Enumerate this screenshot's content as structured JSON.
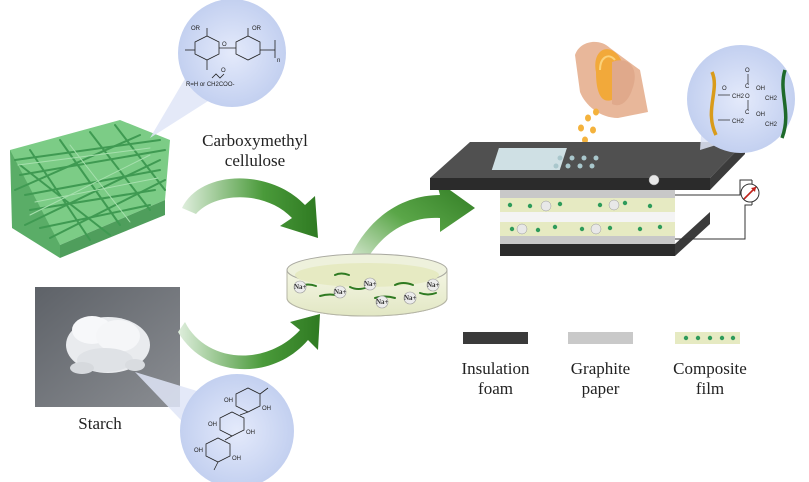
{
  "labels": {
    "cmc_line1": "Carboxymethyl",
    "cmc_line2": "cellulose",
    "starch": "Starch",
    "sodium_ion": "Na+"
  },
  "legend": [
    {
      "line1": "Insulation",
      "line2": "foam",
      "swatch": "#3a3a3a"
    },
    {
      "line1": "Graphite",
      "line2": "paper",
      "swatch": "#c9c9c9"
    },
    {
      "line1": "Composite",
      "line2": "film",
      "swatch": "#e6eac2"
    }
  ],
  "chem_text": {
    "r_def": "R=H or CH2COO-",
    "oh": "OH",
    "ch2": "CH2",
    "o": "O",
    "c": "C",
    "n": "n"
  },
  "colors": {
    "arrow_green": "#3e8d2e",
    "fiber_green": "#6cc27a",
    "bubble_blue": "#cfd9f4",
    "foam_dark": "#3a3a3a",
    "graphite": "#c9c9c9",
    "film": "#e6eac2",
    "dots": "#2e9b5a"
  }
}
